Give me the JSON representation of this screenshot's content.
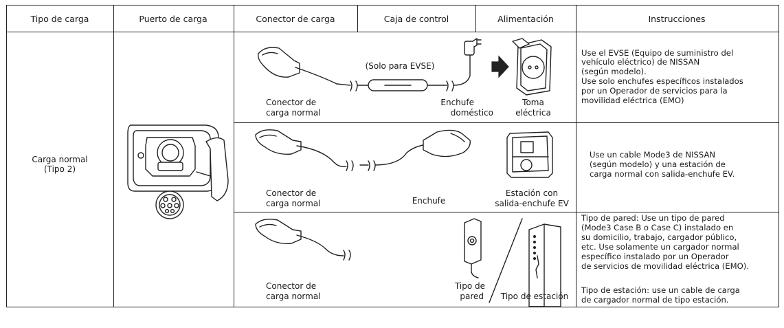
{
  "headers": [
    "Tipo de carga",
    "Puerto de carga",
    "Conector de carga",
    "Caja de control",
    "Alimentación",
    "Instrucciones"
  ],
  "charge_type": [
    "Carga normal",
    "(Tipo 2)"
  ],
  "row1": {
    "connector_label": [
      "Conector de",
      "carga normal"
    ],
    "control_box_note": "(Solo para EVSE)",
    "plug_label": [
      "Enchufe",
      "doméstico"
    ],
    "outlet_label": [
      "Toma",
      "eléctrica"
    ],
    "instructions": [
      "Use el EVSE (Equipo de suministro del",
      " vehículo eléctrico) de NISSAN",
      "(según modelo).",
      "Use solo enchufes específicos instalados",
      "por un Operador de servicios para la",
      "movilidad eléctrica (EMO)"
    ]
  },
  "row2": {
    "connector_label": [
      "Conector de",
      "carga normal"
    ],
    "plug_label": "Enchufe",
    "station_label": [
      "Estación con",
      "salida-enchufe EV"
    ],
    "instructions": [
      "Use un cable Mode3 de NISSAN",
      "(según modelo) y una estación de",
      "carga normal con salida-enchufe EV."
    ]
  },
  "row3": {
    "connector_label": [
      "Conector de",
      "carga normal"
    ],
    "wall_label": [
      "Tipo de",
      "pared"
    ],
    "station_label": "Tipo de estación",
    "instructions": [
      "Tipo de pared: Use un tipo de pared",
      "(Mode3 Case B o Case C) instalado en",
      "su domicilio, trabajo, cargador público,",
      "etc. Use solamente un cargador normal",
      "específico instalado por un Operador",
      "de servicios de movilidad eléctrica (EMO).",
      "",
      "Tipo de estación: use un cable de carga",
      "de cargador normal de tipo estación."
    ]
  }
}
